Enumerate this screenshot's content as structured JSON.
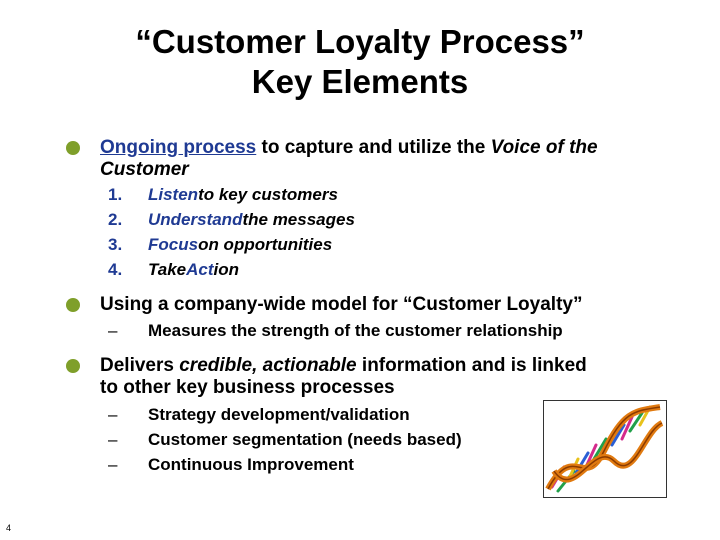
{
  "title": {
    "line1": "“Customer Loyalty Process”",
    "line2": "Key Elements"
  },
  "bullets": [
    {
      "parts": {
        "a": "Ongoing process",
        "b": " to capture and utilize the ",
        "c": "Voice of the",
        "d": "Customer"
      },
      "items": [
        {
          "marker": "1.",
          "hl": "Listen",
          "rest": " to key customers"
        },
        {
          "marker": "2.",
          "hl": "Understand",
          "rest": " the messages"
        },
        {
          "marker": "3.",
          "hl": "Focus",
          "rest": " on opportunities"
        },
        {
          "marker": "4.",
          "pre": "Take ",
          "hl": "Action",
          "hlpart": "Act",
          "rest": "ion"
        }
      ]
    },
    {
      "text": "Using a company-wide model for “Customer Loyalty”",
      "items": [
        {
          "marker": "–",
          "rest": "Measures the strength of the customer relationship"
        }
      ]
    },
    {
      "parts": {
        "a": "Delivers ",
        "b": "credible, actionable",
        "c": " information and is linked",
        "d": "to other key business processes"
      },
      "items": [
        {
          "marker": "–",
          "rest": "Strategy development/validation"
        },
        {
          "marker": "–",
          "rest": "Customer segmentation (needs based)"
        },
        {
          "marker": "–",
          "rest": "Continuous Improvement"
        }
      ]
    }
  ],
  "page_number": "4",
  "colors": {
    "bullet": "#7f9f2a",
    "accent": "#1f3a93"
  },
  "image": {
    "icon": "dna-helix-clipart"
  }
}
